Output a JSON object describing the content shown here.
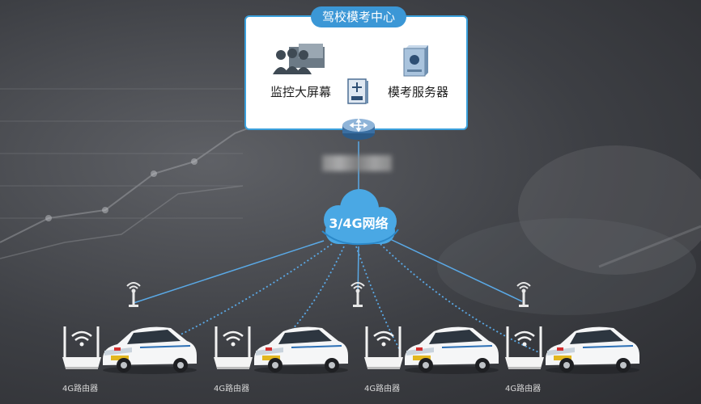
{
  "center": {
    "title": "驾校模考中心",
    "monitor_label": "监控大屏幕",
    "server_label": "模考服务器"
  },
  "network": {
    "label": "3/4G网络"
  },
  "routers": [
    {
      "label": "4G路由器"
    },
    {
      "label": "4G路由器"
    },
    {
      "label": "4G路由器"
    },
    {
      "label": "4G路由器"
    }
  ],
  "colors": {
    "accent": "#3b97d6",
    "link": "#5aa9e6",
    "cloud": "#4aa8e4"
  },
  "icons": [
    "users-monitor-icon",
    "server-icon",
    "switch-icon",
    "router-hub-icon",
    "cloud-icon",
    "antenna-icon",
    "wifi-router-icon",
    "car-icon"
  ]
}
